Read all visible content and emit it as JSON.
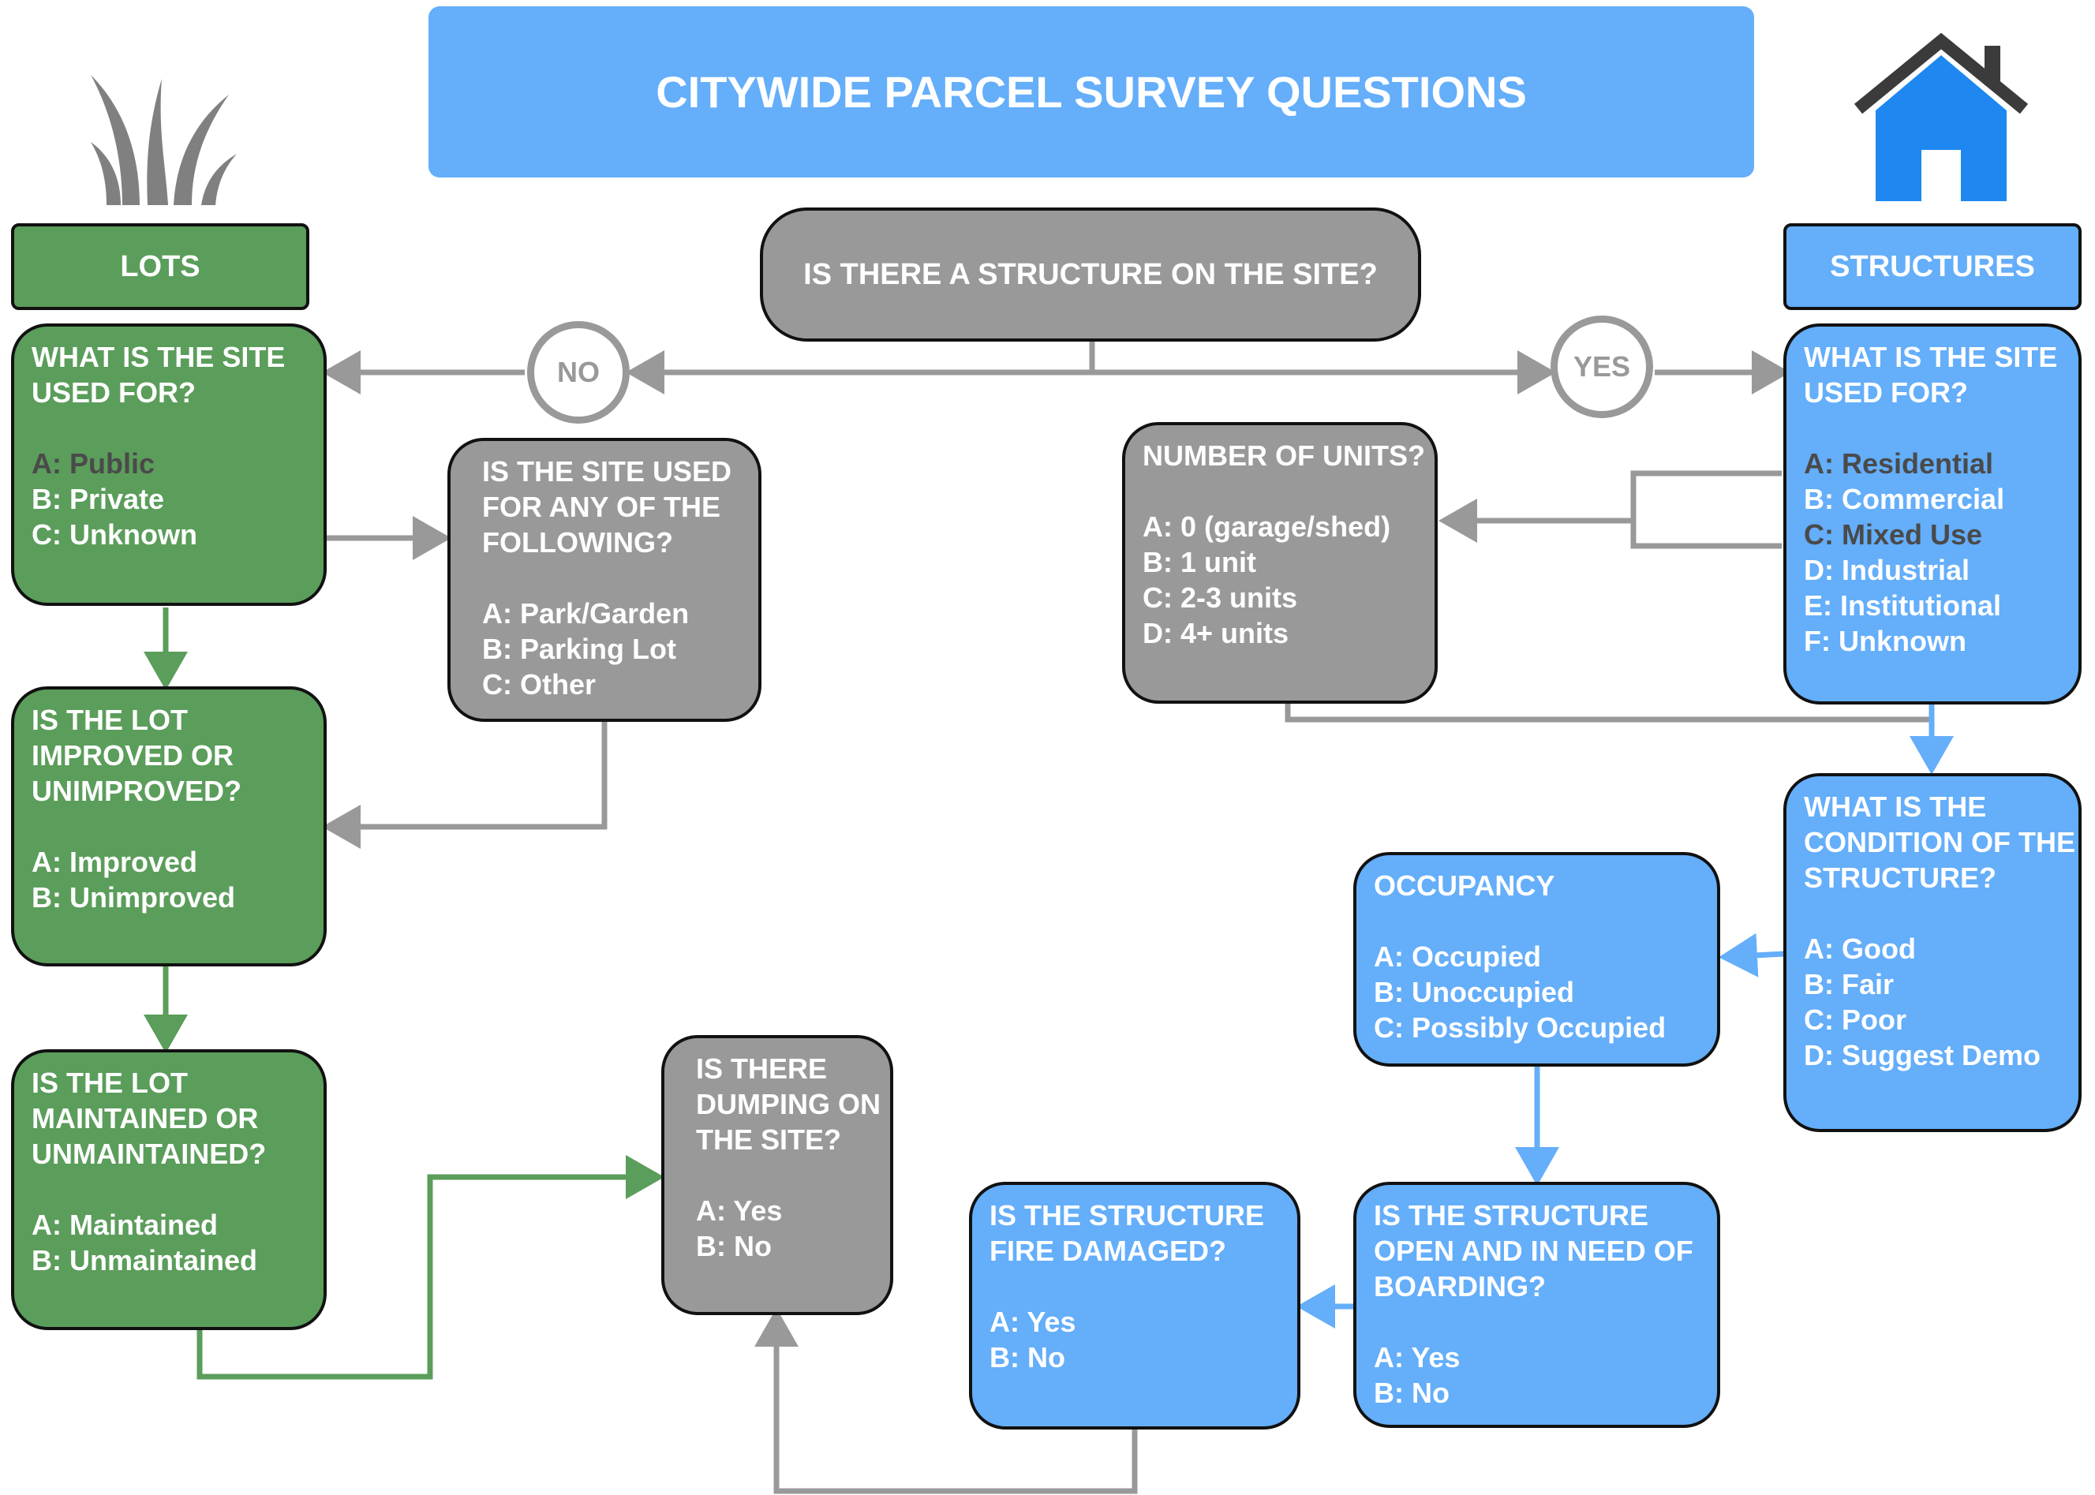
{
  "title": "CITYWIDE PARCEL SURVEY QUESTIONS",
  "icons": {
    "lots": "grass-icon",
    "structures": "house-icon"
  },
  "colors": {
    "green": "#5b9d5b",
    "gray": "#999999",
    "blue": "#64aefa",
    "banner": "#64aefa"
  },
  "lots_header": "LOTS",
  "structures_header": "STRUCTURES",
  "root_question": "IS THERE A STRUCTURE ON THE SITE?",
  "branch_no": "NO",
  "branch_yes": "YES",
  "lots_use": {
    "q1": "WHAT IS THE SITE",
    "q2": "USED FOR?",
    "opt_a": "A: Public",
    "opt_b": "B: Private",
    "opt_c": "C: Unknown"
  },
  "site_used_following": {
    "q1": "IS THE SITE USED",
    "q2": "FOR ANY OF THE",
    "q3": "FOLLOWING?",
    "opt_a": "A: Park/Garden",
    "opt_b": "B: Parking Lot",
    "opt_c": "C: Other"
  },
  "lot_improved": {
    "q1": "IS THE LOT",
    "q2": "IMPROVED OR",
    "q3": "UNIMPROVED?",
    "opt_a": "A: Improved",
    "opt_b": "B: Unimproved"
  },
  "lot_maintained": {
    "q1": "IS THE LOT",
    "q2": "MAINTAINED OR",
    "q3": "UNMAINTAINED?",
    "opt_a": "A: Maintained",
    "opt_b": "B: Unmaintained"
  },
  "dumping": {
    "q1": "IS THERE",
    "q2": "DUMPING ON",
    "q3": "THE SITE?",
    "opt_a": "A: Yes",
    "opt_b": "B: No"
  },
  "units": {
    "q1": "NUMBER OF UNITS?",
    "opt_a": "A: 0 (garage/shed)",
    "opt_b": "B: 1 unit",
    "opt_c": "C: 2-3 units",
    "opt_d": "D: 4+ units"
  },
  "struct_use": {
    "q1": "WHAT IS THE SITE",
    "q2": "USED FOR?",
    "opt_a": "A: Residential",
    "opt_b": "B: Commercial",
    "opt_c": "C: Mixed Use",
    "opt_d": "D: Industrial",
    "opt_e": "E: Institutional",
    "opt_f": "F: Unknown"
  },
  "condition": {
    "q1": "WHAT IS THE",
    "q2": "CONDITION OF THE",
    "q3": "STRUCTURE?",
    "opt_a": "A: Good",
    "opt_b": "B: Fair",
    "opt_c": "C: Poor",
    "opt_d": "D: Suggest Demo"
  },
  "occupancy": {
    "q1": "OCCUPANCY",
    "opt_a": "A: Occupied",
    "opt_b": "B: Unoccupied",
    "opt_c": "C: Possibly Occupied"
  },
  "boarding": {
    "q1": "IS THE STRUCTURE",
    "q2": "OPEN AND IN NEED OF",
    "q3": "BOARDING?",
    "opt_a": "A: Yes",
    "opt_b": "B: No"
  },
  "fire": {
    "q1": "IS THE STRUCTURE",
    "q2": "FIRE DAMAGED?",
    "opt_a": "A: Yes",
    "opt_b": "B: No"
  }
}
